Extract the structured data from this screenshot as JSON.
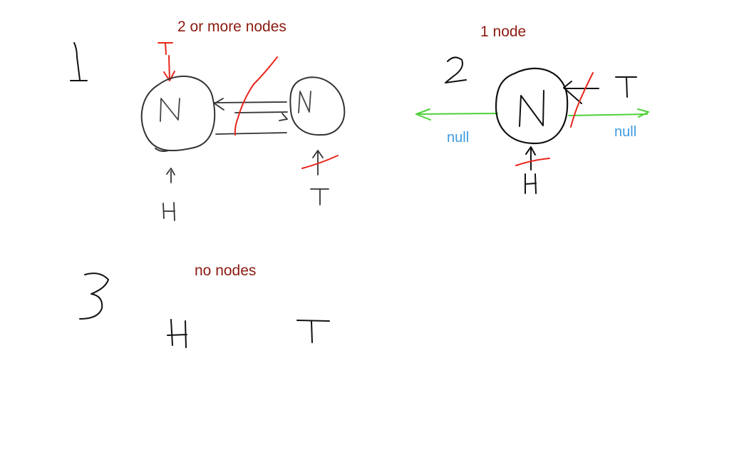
{
  "diagram": {
    "captions": {
      "case1": "2 or more nodes",
      "case2": "1 node",
      "case3": "no nodes"
    },
    "case_numbers": {
      "case1": "1",
      "case2": "2",
      "case3": "3"
    },
    "null_labels": {
      "left": "null",
      "right": "null"
    },
    "colors": {
      "ink": "#333333",
      "dark_ink": "#111111",
      "red": "#e8261c",
      "green": "#4fd13a",
      "blue_label": "#3d9be0",
      "caption": "#8b1a10"
    }
  }
}
